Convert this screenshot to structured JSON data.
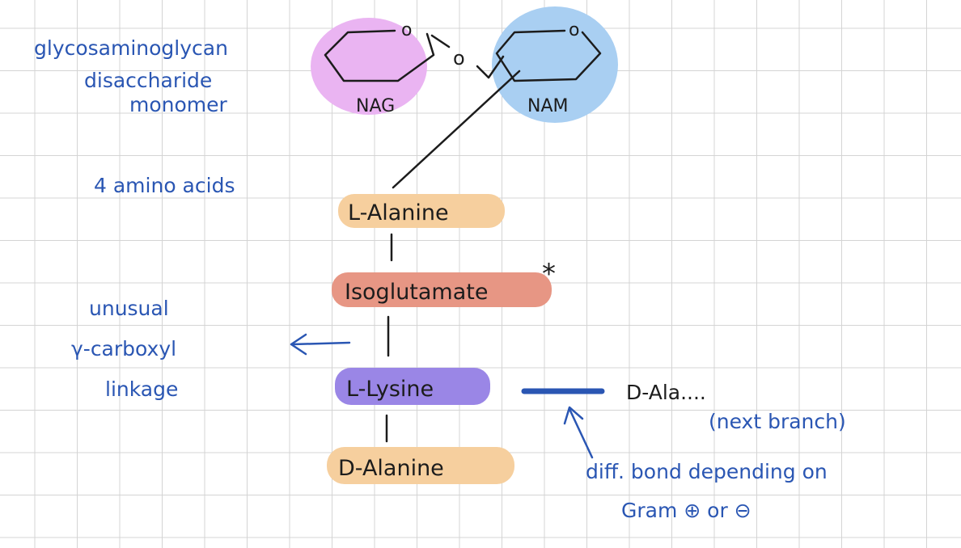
{
  "sugars": {
    "nag": {
      "label": "NAG",
      "color": "#eab4f2"
    },
    "nam": {
      "label": "NAM",
      "color": "#a9cff2"
    },
    "linker_oxygen": "o",
    "ring_oxygen": "o"
  },
  "notes": {
    "monomer_line1": "glycosaminoglycan",
    "monomer_line2": "disaccharide",
    "monomer_line3": "monomer",
    "amino_acids": "4 amino acids",
    "unusual_line1": "unusual",
    "unusual_line2": "γ-carboxyl",
    "unusual_line3": "linkage",
    "diff_bond_line1": "diff. bond depending on",
    "diff_bond_line2": "Gram ⊕ or ⊖"
  },
  "residues": {
    "l_alanine": {
      "label": "L-Alanine",
      "color": "#f6cf9e"
    },
    "isoglutamate": {
      "label": "Isoglutamate",
      "color": "#e79684",
      "mark": "*"
    },
    "l_lysine": {
      "label": "L-Lysine",
      "color": "#9a86e6"
    },
    "d_alanine": {
      "label": "D-Alanine",
      "color": "#f6cf9e"
    }
  },
  "branch": {
    "label": "D-Ala....",
    "note": "(next branch)",
    "bond_color": "#2a56b3"
  }
}
